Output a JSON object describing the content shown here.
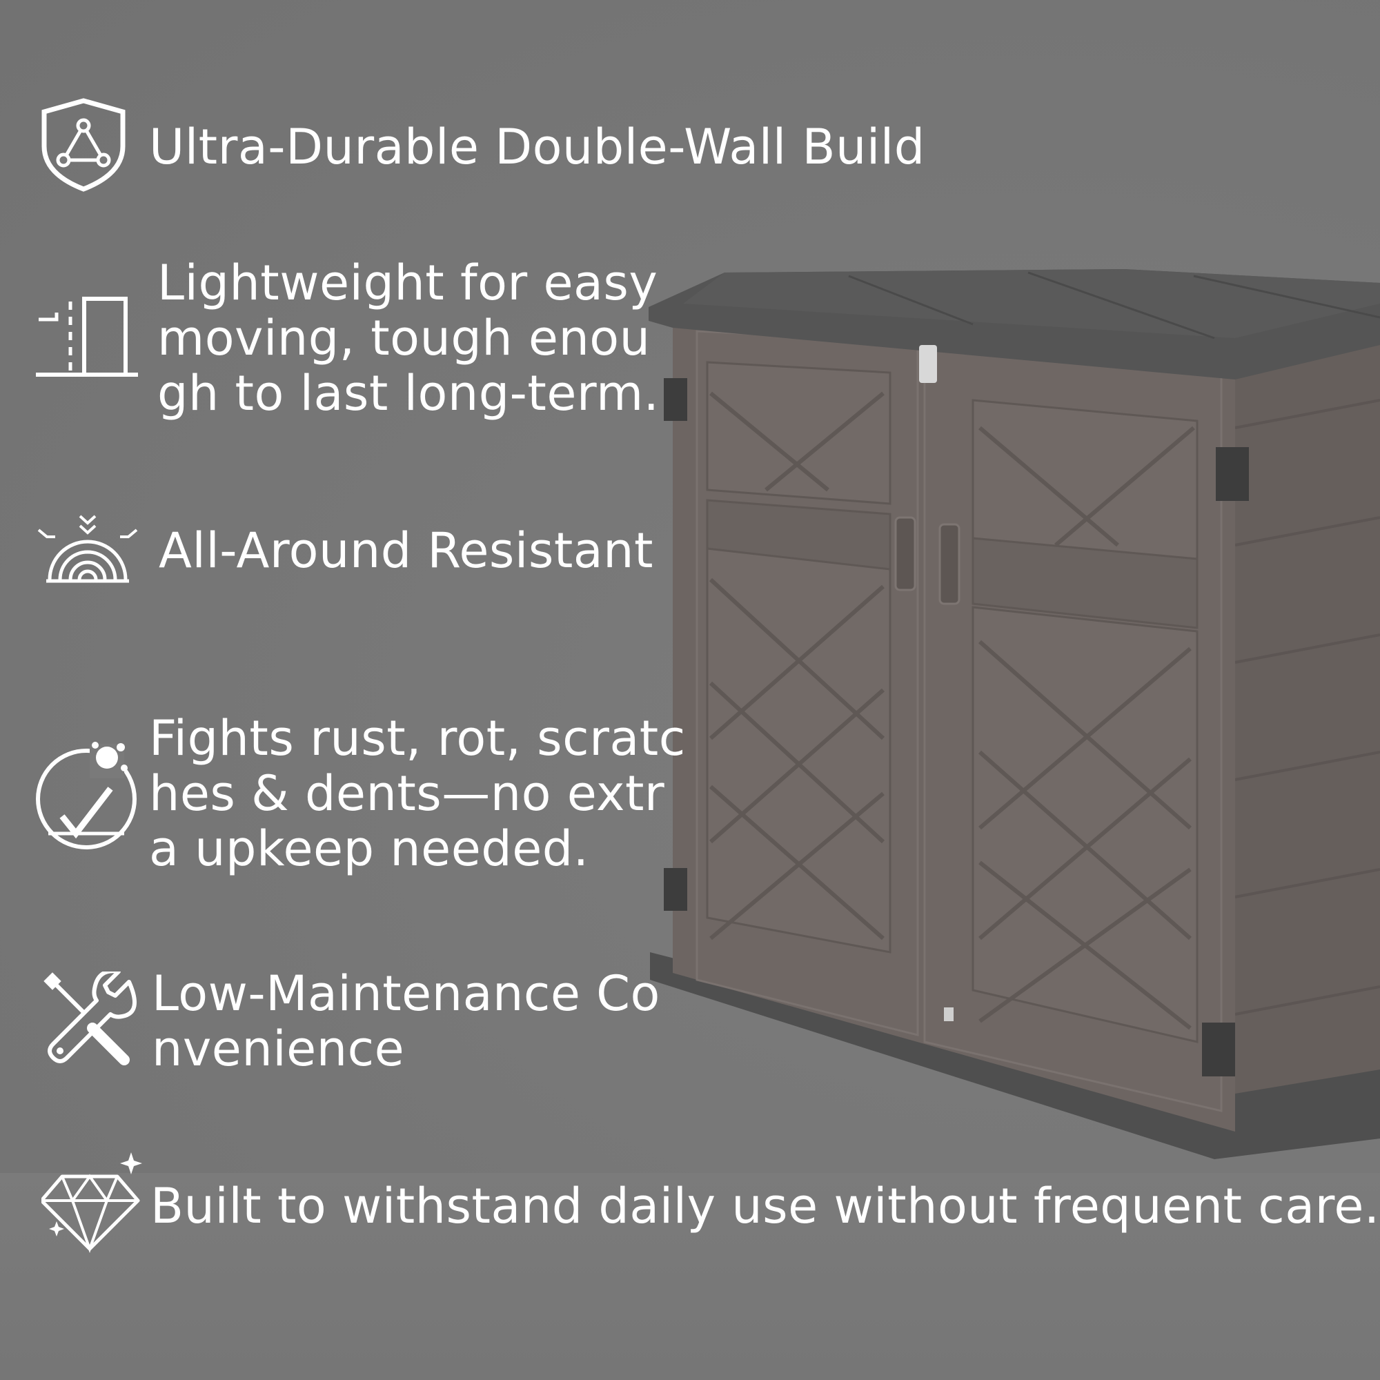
{
  "features": [
    {
      "icon": "shield-triangle-icon",
      "text": "Ultra-Durable Double-Wall Build"
    },
    {
      "icon": "door-lightweight-icon",
      "text_lines": [
        "Lightweight for easy",
        "moving, tough enou",
        "gh to last long-term."
      ]
    },
    {
      "icon": "rainbow-resistant-icon",
      "text": "All-Around Resistant"
    },
    {
      "icon": "splash-check-icon",
      "text_lines": [
        "Fights rust, rot, scratc",
        "hes & dents—no extr",
        "a upkeep needed."
      ]
    },
    {
      "icon": "wrench-screwdriver-icon",
      "text_lines": [
        "Low-Maintenance Co",
        "nvenience"
      ]
    },
    {
      "icon": "diamond-sparkle-icon",
      "text": "Built to withstand daily use without frequent care."
    }
  ],
  "colors": {
    "background": "#7a7a7a",
    "text": "#ffffff",
    "shed_body": "#6f6764",
    "shed_lid": "#555555"
  }
}
